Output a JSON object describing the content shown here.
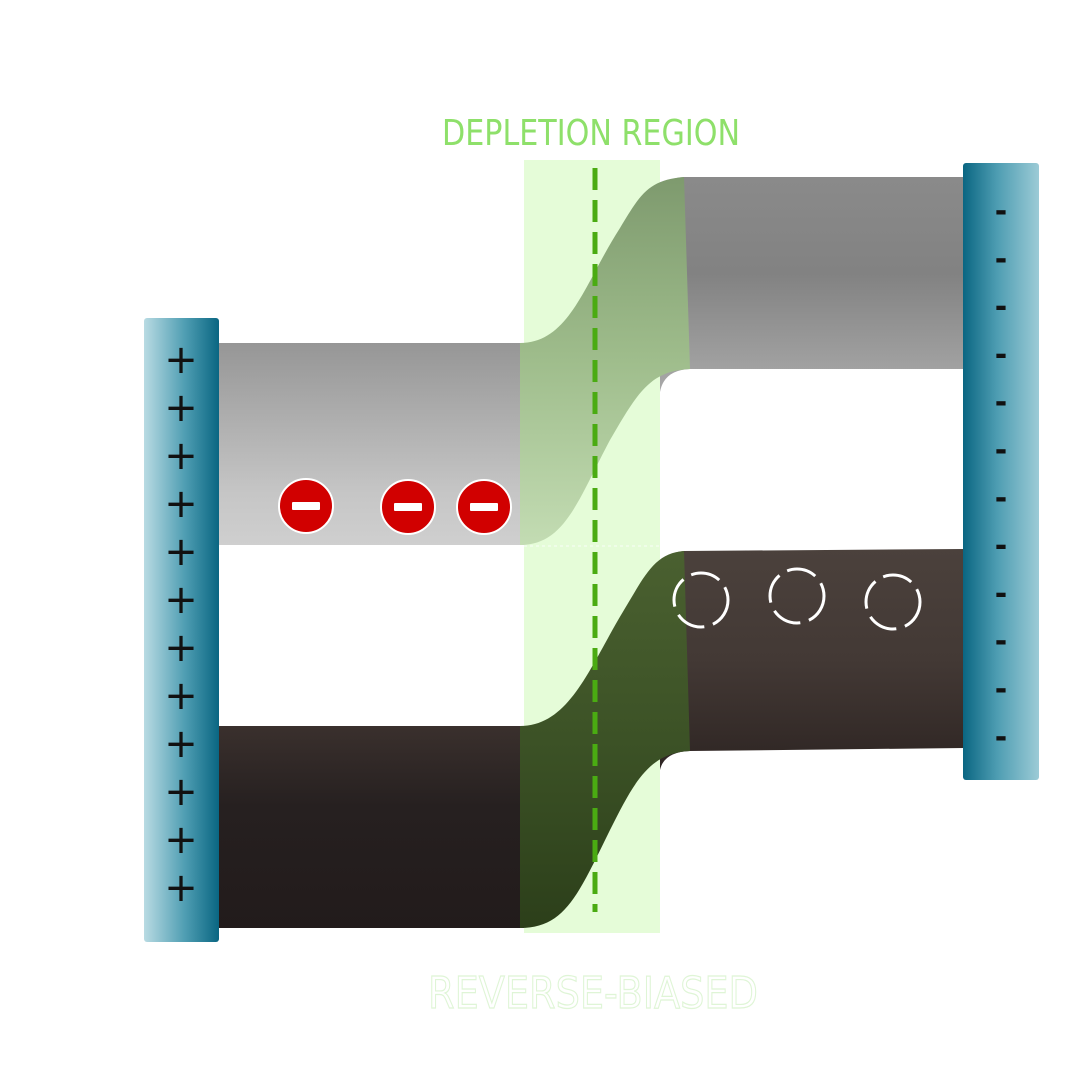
{
  "title": "DEPLETION REGION",
  "footer": "REVERSE-BIASED",
  "left_plate": {
    "sign": "+",
    "count": 12
  },
  "right_plate": {
    "sign": "-",
    "count": 12
  },
  "electrons": {
    "count": 3,
    "symbol": "-"
  },
  "holes": {
    "count": 3
  },
  "colors": {
    "plate_dark": "#0b6a86",
    "plate_light": "#a9d3dd",
    "depletion_fill": "#e5fcd8",
    "boundary_line": "#4aab12",
    "title": "#8ee06a",
    "electron": "#d10000",
    "conduction_band": "#9a9a9a",
    "valence_band": "#2a2020"
  }
}
